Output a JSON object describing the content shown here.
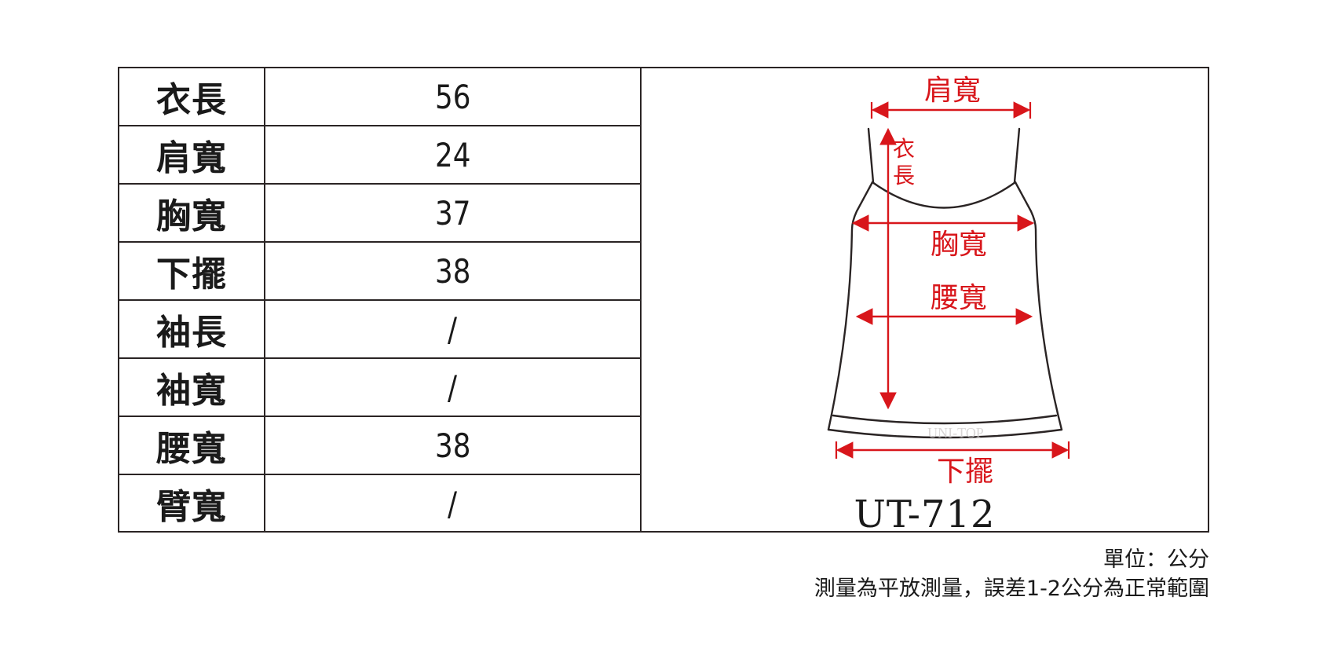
{
  "size_table": {
    "rows": [
      {
        "label": "衣長",
        "value": "56"
      },
      {
        "label": "肩寬",
        "value": "24"
      },
      {
        "label": "胸寬",
        "value": "37"
      },
      {
        "label": "下擺",
        "value": "38"
      },
      {
        "label": "袖長",
        "value": "/"
      },
      {
        "label": "袖寬",
        "value": "/"
      },
      {
        "label": "腰寬",
        "value": "38"
      },
      {
        "label": "臂寬",
        "value": "/"
      }
    ]
  },
  "diagram": {
    "shoulder_label": "肩寬",
    "length_label_top": "衣",
    "length_label_bottom": "長",
    "chest_label": "胸寬",
    "waist_label": "腰寬",
    "hem_label": "下擺",
    "watermark": "UNI-TOP",
    "model_code": "UT-712",
    "accent_color": "#d8161b",
    "outline_color": "#2a2424"
  },
  "footer": {
    "unit": "單位：公分",
    "note": "測量為平放測量，誤差1-2公分為正常範圍"
  }
}
